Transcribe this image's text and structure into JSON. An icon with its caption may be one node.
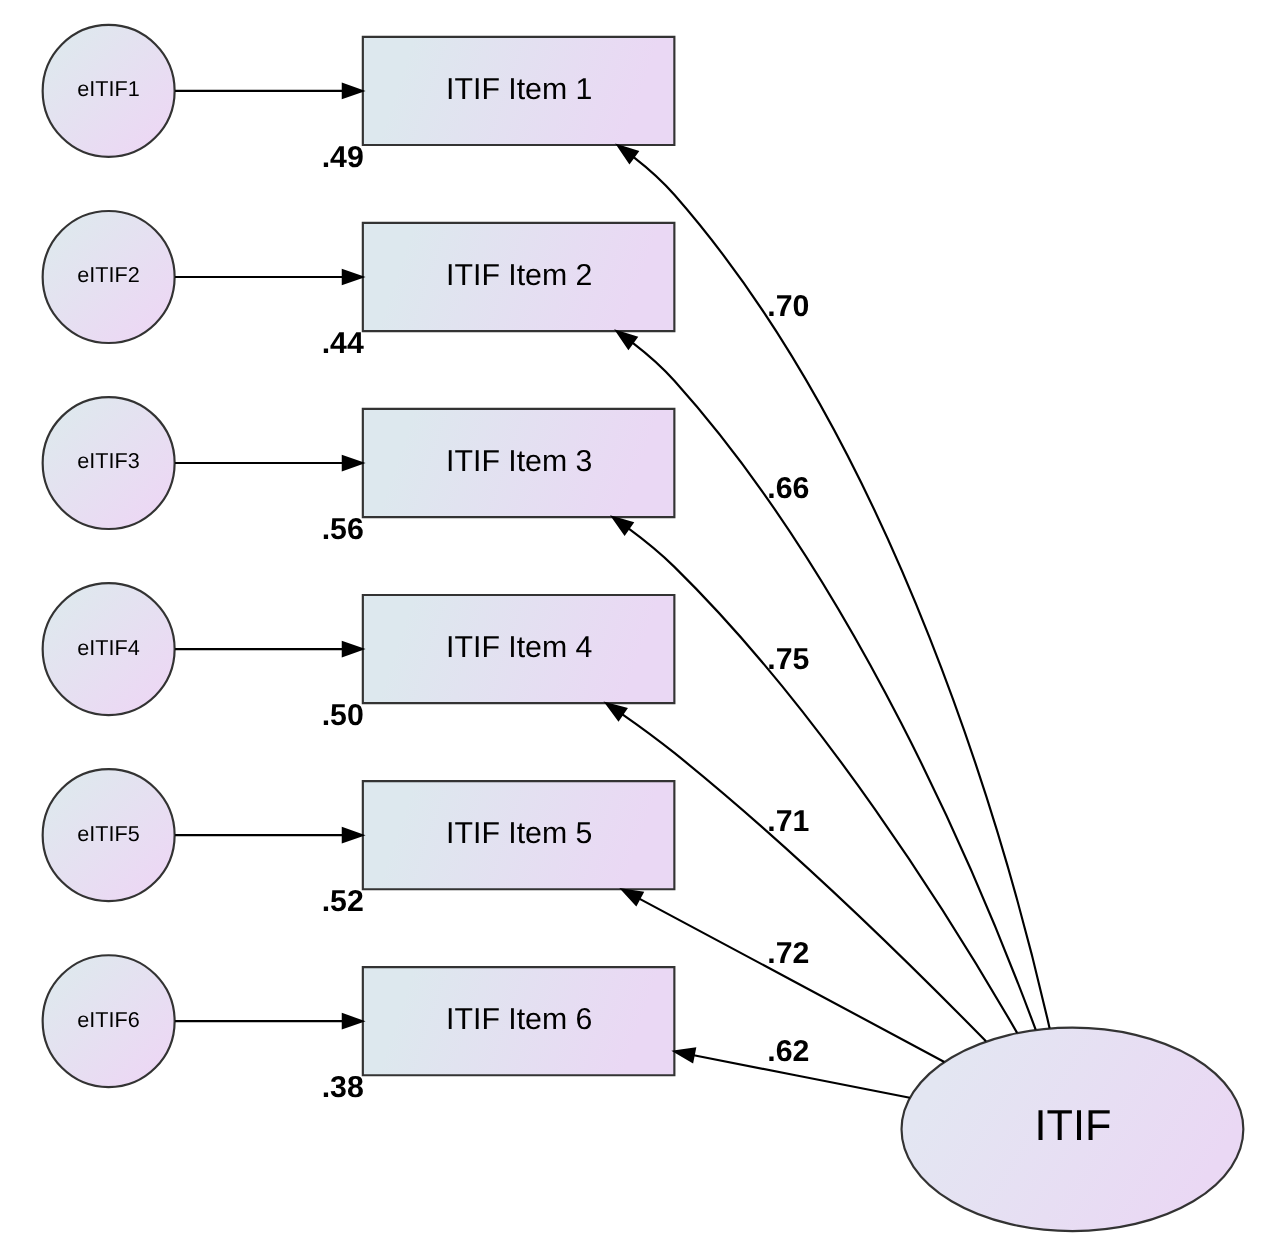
{
  "diagram": {
    "nodes": [
      {
        "text": [
          "eITIF1"
        ]
      },
      {
        "text": [
          "ITIF Item 1"
        ],
        "beside": [
          ".49"
        ]
      },
      {
        "text": [
          "eITIF2"
        ]
      },
      {
        "text": [
          "ITIF Item 2"
        ],
        "beside": [
          ".44"
        ]
      },
      {
        "text": [
          "eITIF3"
        ]
      },
      {
        "text": [
          "ITIF Item 3"
        ],
        "beside": [
          ".56"
        ]
      },
      {
        "text": [
          "eITIF4"
        ]
      },
      {
        "text": [
          "ITIF Item 4"
        ],
        "beside": [
          ".50"
        ]
      },
      {
        "text": [
          "eITIF5"
        ]
      },
      {
        "text": [
          "ITIF Item 5"
        ],
        "beside": [
          ".52"
        ]
      },
      {
        "text": [
          "eITIF6"
        ]
      },
      {
        "text": [
          "ITIF Item 6"
        ],
        "beside": [
          ".38"
        ]
      },
      {
        "text": [
          "ITIF"
        ]
      }
    ],
    "edges": [
      {
        "from": 0,
        "to": 1,
        "arrow": "to"
      },
      {
        "from": 2,
        "to": 3,
        "arrow": "to"
      },
      {
        "from": 4,
        "to": 5,
        "arrow": "to"
      },
      {
        "from": 6,
        "to": 7,
        "arrow": "to"
      },
      {
        "from": 8,
        "to": 9,
        "arrow": "to"
      },
      {
        "from": 10,
        "to": 11,
        "arrow": "to"
      },
      {
        "from": 12,
        "to": 1,
        "label": ".70",
        "arrow": "to"
      },
      {
        "from": 12,
        "to": 3,
        "label": ".66",
        "arrow": "to"
      },
      {
        "from": 12,
        "to": 5,
        "label": ".75",
        "arrow": "to"
      },
      {
        "from": 12,
        "to": 7,
        "label": ".71",
        "arrow": "to"
      },
      {
        "from": 12,
        "to": 9,
        "label": ".72",
        "arrow": "to"
      },
      {
        "from": 12,
        "to": 11,
        "label": ".62",
        "arrow": "to"
      }
    ]
  }
}
